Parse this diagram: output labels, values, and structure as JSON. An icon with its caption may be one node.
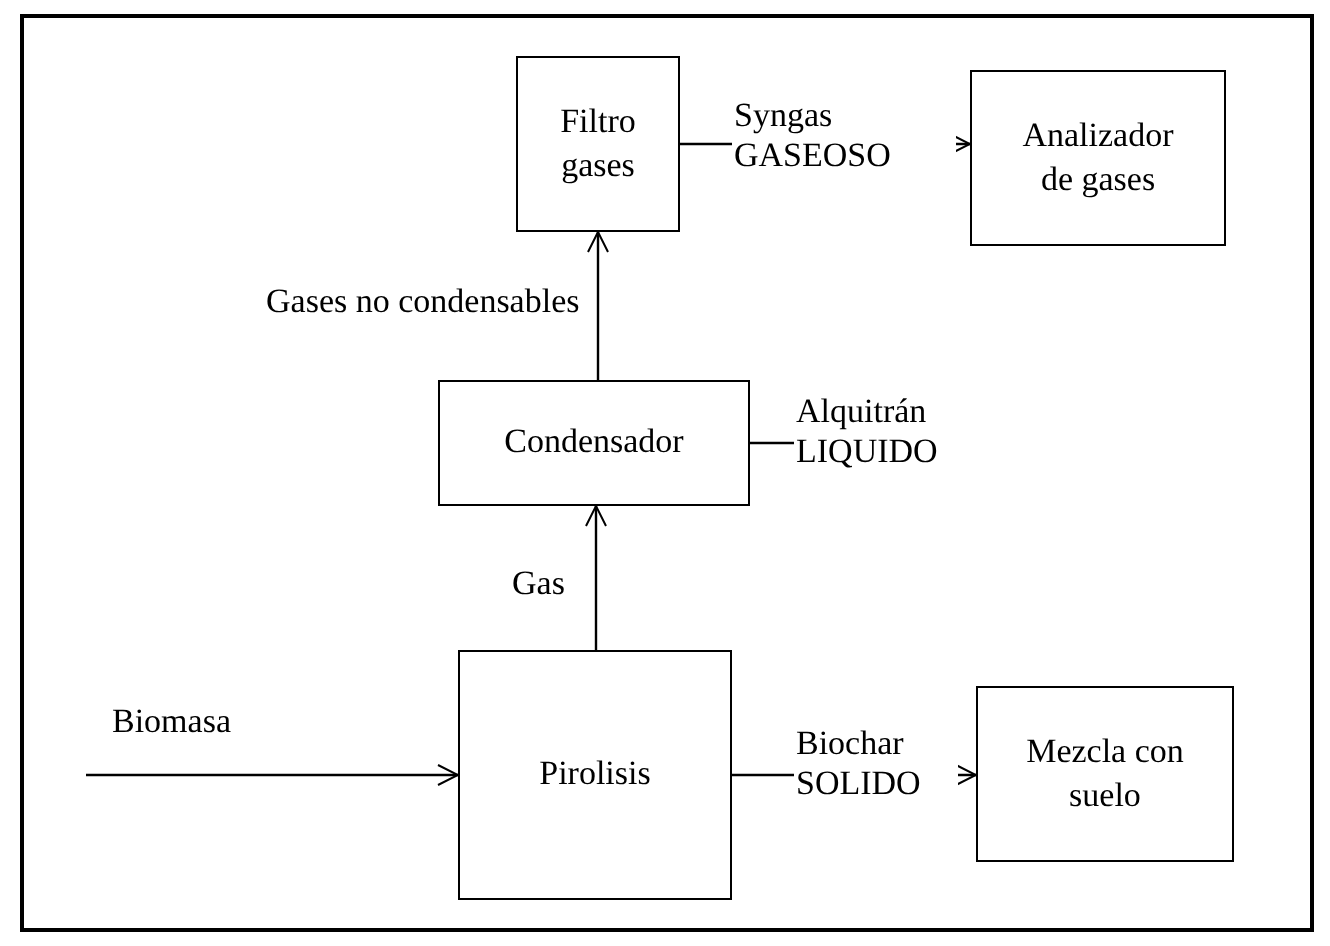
{
  "diagram": {
    "nodes": [
      {
        "text": [
          "Filtro gases"
        ]
      },
      {
        "text": [
          "Analizador de gases"
        ]
      },
      {
        "text": [
          "Condensador"
        ]
      },
      {
        "text": [
          "Pirolisis"
        ]
      },
      {
        "text": [
          "Mezcla con suelo"
        ]
      }
    ],
    "edges": [
      {
        "from": 2,
        "to": 0,
        "arrow": "to",
        "label": "Gases no condensables"
      },
      {
        "from": 0,
        "to": 1,
        "arrow": "to",
        "label": "Syngas GASEOSO"
      },
      {
        "from": 2,
        "to": null,
        "arrow": "to",
        "label": "Alquitrán LIQUIDO"
      },
      {
        "from": 3,
        "to": 2,
        "arrow": "to",
        "label": "Gas"
      },
      {
        "from": null,
        "to": 3,
        "arrow": "to",
        "label": "Biomasa"
      },
      {
        "from": 3,
        "to": 4,
        "arrow": "to",
        "label": "Biochar SOLIDO"
      }
    ]
  }
}
